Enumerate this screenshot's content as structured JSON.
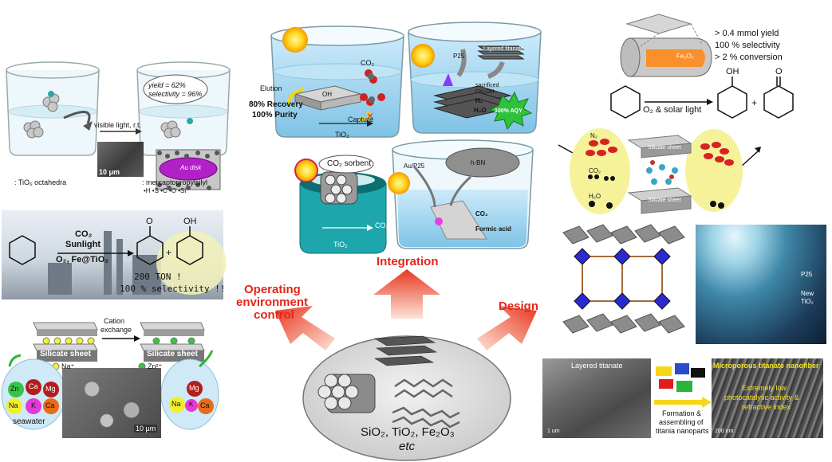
{
  "center": {
    "materials": "SiO₂, TiO₂, Fe₂O₃",
    "etc": "etc"
  },
  "arrows": {
    "integration": "Integration",
    "design": "Design",
    "operating_line1": "Operating",
    "operating_line2": "environment",
    "operating_line3": "control"
  },
  "panel_tl": {
    "conditions": "visible light, r.t.",
    "yield": "yield = 62%",
    "selectivity": "selectivity = 96%",
    "scale": "10 μm",
    "legend_octa": ": TiO₆ octahedra",
    "legend_merc": ": mercaptopropylsilyl",
    "legend_atoms": "•H •S •C •O •Si",
    "au_disk": "Au disk"
  },
  "panel_ml": {
    "reagent": "CO₂",
    "light": "Sunlight",
    "catalyst": "O₂, Fe@TiO₂",
    "ton": "200 TON !",
    "selectivity": "100 % selectivity !!",
    "oh": "OH",
    "o": "O"
  },
  "panel_bl": {
    "cation_exchange_1": "Cation",
    "cation_exchange_2": "exchange",
    "sheet_left": "Silicate sheet",
    "sheet_right": "Silicate sheet",
    "na_label": "Na⁺",
    "zn_label": "Zn²⁺",
    "seawater": "seawater",
    "scale": "10 μm",
    "ions_left": [
      "Zn",
      "Ca",
      "Mg",
      "Na",
      "K",
      "Ca"
    ],
    "ions_right": [
      "Mg",
      "Na",
      "K",
      "Ca"
    ]
  },
  "panel_cc1": {
    "co2": "CO₂",
    "elution": "Elution",
    "recovery": "80% Recovery",
    "purity": "100% Purity",
    "capture": "Capture",
    "tio2": "TiO₂",
    "oh": "OH"
  },
  "panel_cc2": {
    "p25": "P25",
    "layered": "Layered titanate",
    "sacrificed": "sacrificed",
    "ch3oh": "CH₃OH",
    "h2": "H₂",
    "h2o": "H₂O",
    "aqy": "100% AQY"
  },
  "panel_cc3": {
    "sorbent": "CO₂ sorbent",
    "tio2": "TiO₂",
    "co2": "CO₂"
  },
  "panel_cc4": {
    "aup25": "Au/P25",
    "hbn": "h-BN",
    "co2": "CO₂",
    "formic": "Formic acid"
  },
  "panel_tr": {
    "yield": "> 0.4 mmol yield",
    "selectivity": "100 % selectivity",
    "conversion": "> 2 % conversion",
    "fe2o3": "Fe₂O₃",
    "conditions": "O₂ & solar light",
    "oh": "OH",
    "o": "O",
    "plus": "+"
  },
  "panel_mr": {
    "n2": "N₂",
    "co2": "CO₂",
    "h2o": "H₂O",
    "sheet_top": "Silicate sheet",
    "sheet_bottom": "Silicate sheet"
  },
  "panel_p25": {
    "p25": "P25",
    "new": "New",
    "tio2": "TiO₂"
  },
  "panel_br": {
    "layered": "Layered titanate",
    "scale_left": "1 um",
    "formation_1": "Formation &",
    "formation_2": "assembling of",
    "formation_3": "titania nanoparts",
    "fiber": "Microporous titanate nanofiber",
    "claim_1": "Extremely low",
    "claim_2": "photocatalytic activity &",
    "claim_3": "refractive index",
    "scale_right": "200 nm"
  },
  "colors": {
    "arrow_red": "#e8381f",
    "label_red": "#e32619",
    "water_blue": "#a9d8ef",
    "teal": "#1aa3a9",
    "yellow_ellipse": "#f5f29a",
    "green_badge": "#2ec13a"
  }
}
